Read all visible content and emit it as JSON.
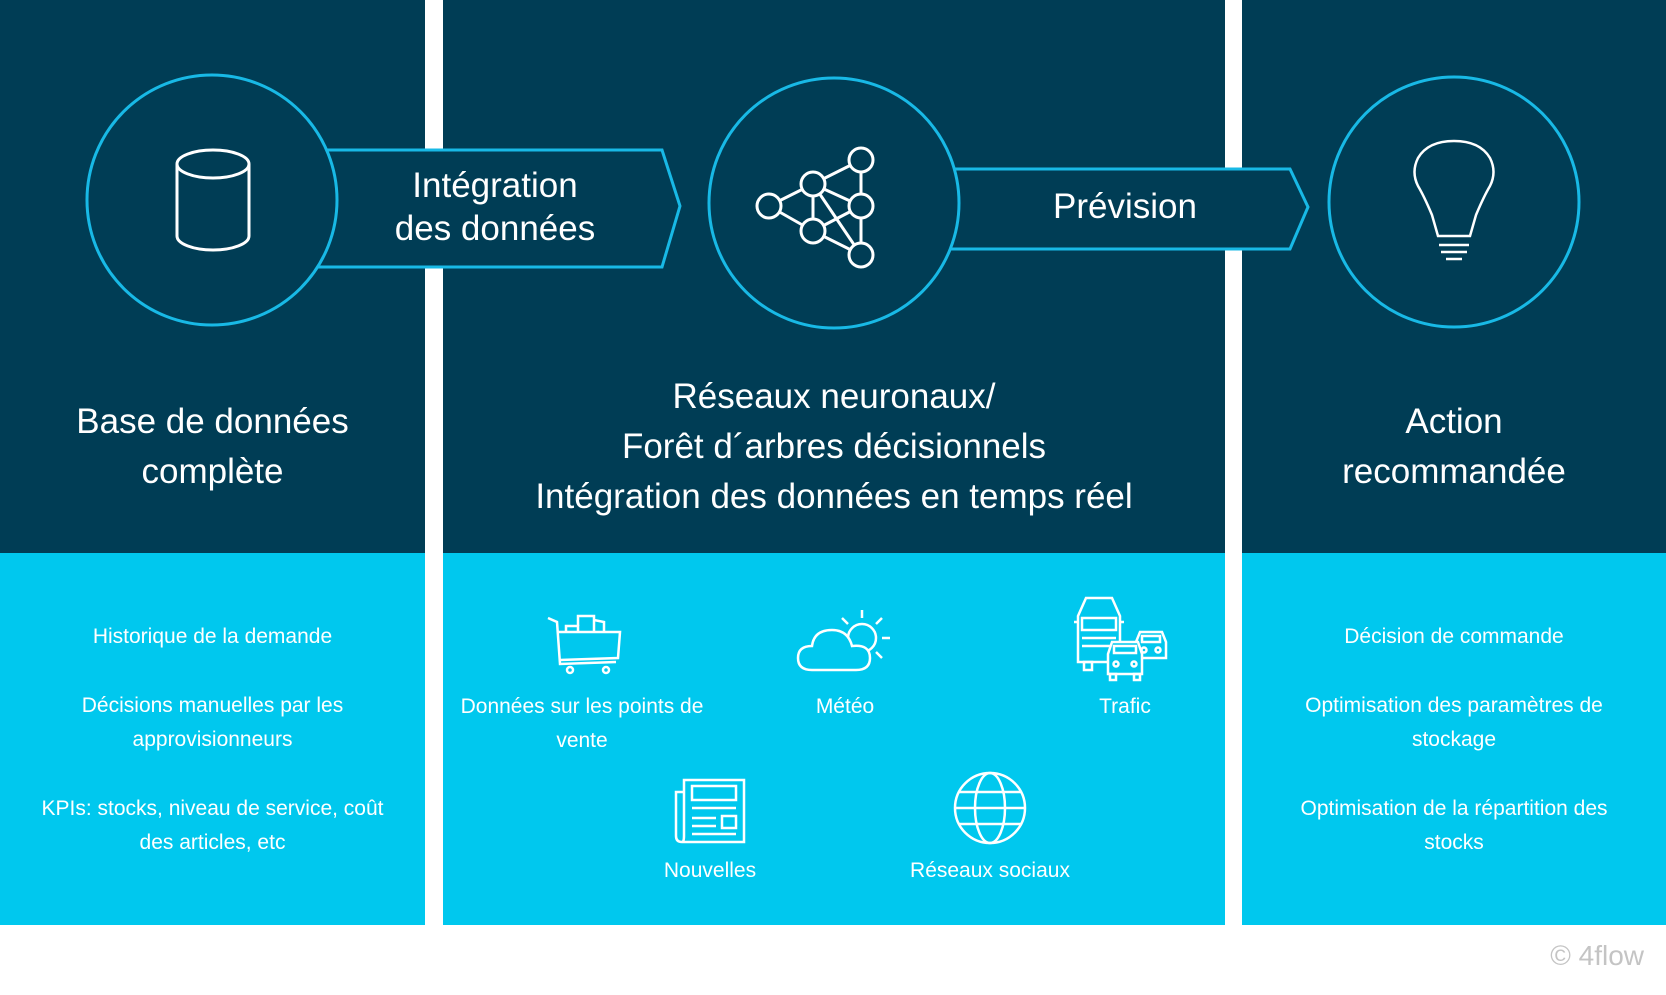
{
  "colors": {
    "dark_panel": "#003d55",
    "light_panel": "#00c8ee",
    "accent_stroke": "#18b9e6",
    "text": "#ffffff",
    "copyright": "#c4c4c4"
  },
  "stages": [
    {
      "icon": "database-icon",
      "title_lines": [
        "Base de données",
        "complète"
      ],
      "items": [
        "Historique de la demande",
        "Décisions manuelles par les approvisionneurs",
        "KPIs: stocks, niveau de service, coût des articles, etc"
      ]
    },
    {
      "icon": "neural-network-icon",
      "title_lines": [
        "Réseaux neuronaux/",
        "Forêt d´arbres décisionnels",
        "Intégration des données en temps réel"
      ],
      "sources": [
        {
          "icon": "shopping-cart-icon",
          "label": "Données sur les points de vente"
        },
        {
          "icon": "weather-icon",
          "label": "Météo"
        },
        {
          "icon": "traffic-icon",
          "label": "Trafic"
        },
        {
          "icon": "newspaper-icon",
          "label": "Nouvelles"
        },
        {
          "icon": "globe-icon",
          "label": "Réseaux sociaux"
        }
      ]
    },
    {
      "icon": "lightbulb-icon",
      "title_lines": [
        "Action",
        "recommandée"
      ],
      "items": [
        "Décision de commande",
        "Optimisation des paramètres de stockage",
        "Optimisation de la répartition des stocks"
      ]
    }
  ],
  "arrows": [
    {
      "label_lines": [
        "Intégration",
        "des données"
      ]
    },
    {
      "label_lines": [
        "Prévision"
      ]
    }
  ],
  "copyright": "© 4flow"
}
